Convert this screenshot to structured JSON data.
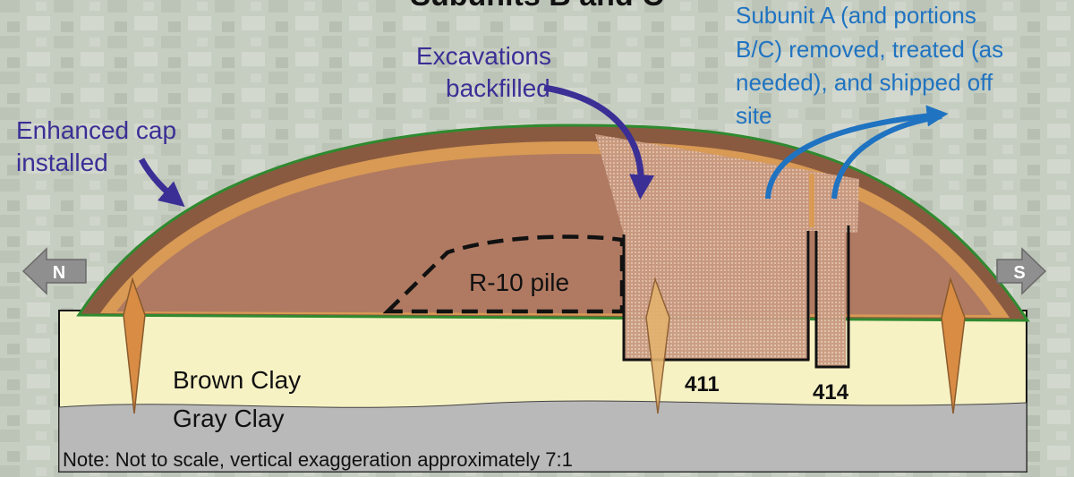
{
  "title_partial": "Subunits B and C",
  "labels": {
    "enhanced_cap": [
      "Enhanced cap",
      "installed"
    ],
    "excavations": [
      "Excavations",
      "backfilled"
    ],
    "subunit_a": [
      "Subunit A (and portions",
      "B/C) removed, treated (as",
      "needed), and shipped off",
      "site"
    ],
    "r10_pile": "R-10 pile",
    "brown_clay": "Brown Clay",
    "gray_clay": "Gray Clay",
    "excavation_411": "411",
    "excavation_414": "414",
    "note": "Note: Not to scale, vertical exaggeration approximately 7:1"
  },
  "directions": {
    "north": "N",
    "south": "S"
  },
  "colors": {
    "background": "#c9d0c4",
    "cap_outer": "#8a5a40",
    "cap_orange": "#d89a54",
    "landfill": "#b07a62",
    "brown_clay": "#f7f2c4",
    "gray_clay": "#b9b9b9",
    "cap_outline": "#2f8a2f",
    "arrow_blue": "#3b2f96",
    "arrow_sky": "#1f73c1",
    "piezometer": "#d88c44"
  }
}
